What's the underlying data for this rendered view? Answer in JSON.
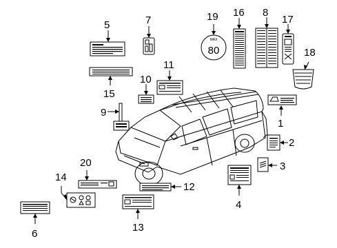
{
  "diagram": {
    "callouts": {
      "c1": "1",
      "c2": "2",
      "c3": "3",
      "c4": "4",
      "c5": "5",
      "c6": "6",
      "c7": "7",
      "c8": "8",
      "c9": "9",
      "c10": "10",
      "c11": "11",
      "c12": "12",
      "c13": "13",
      "c14": "14",
      "c15": "15",
      "c16": "16",
      "c17": "17",
      "c18": "18",
      "c19": "19",
      "c20": "20"
    },
    "speed_label": {
      "top": "MAX",
      "value": "80"
    }
  }
}
